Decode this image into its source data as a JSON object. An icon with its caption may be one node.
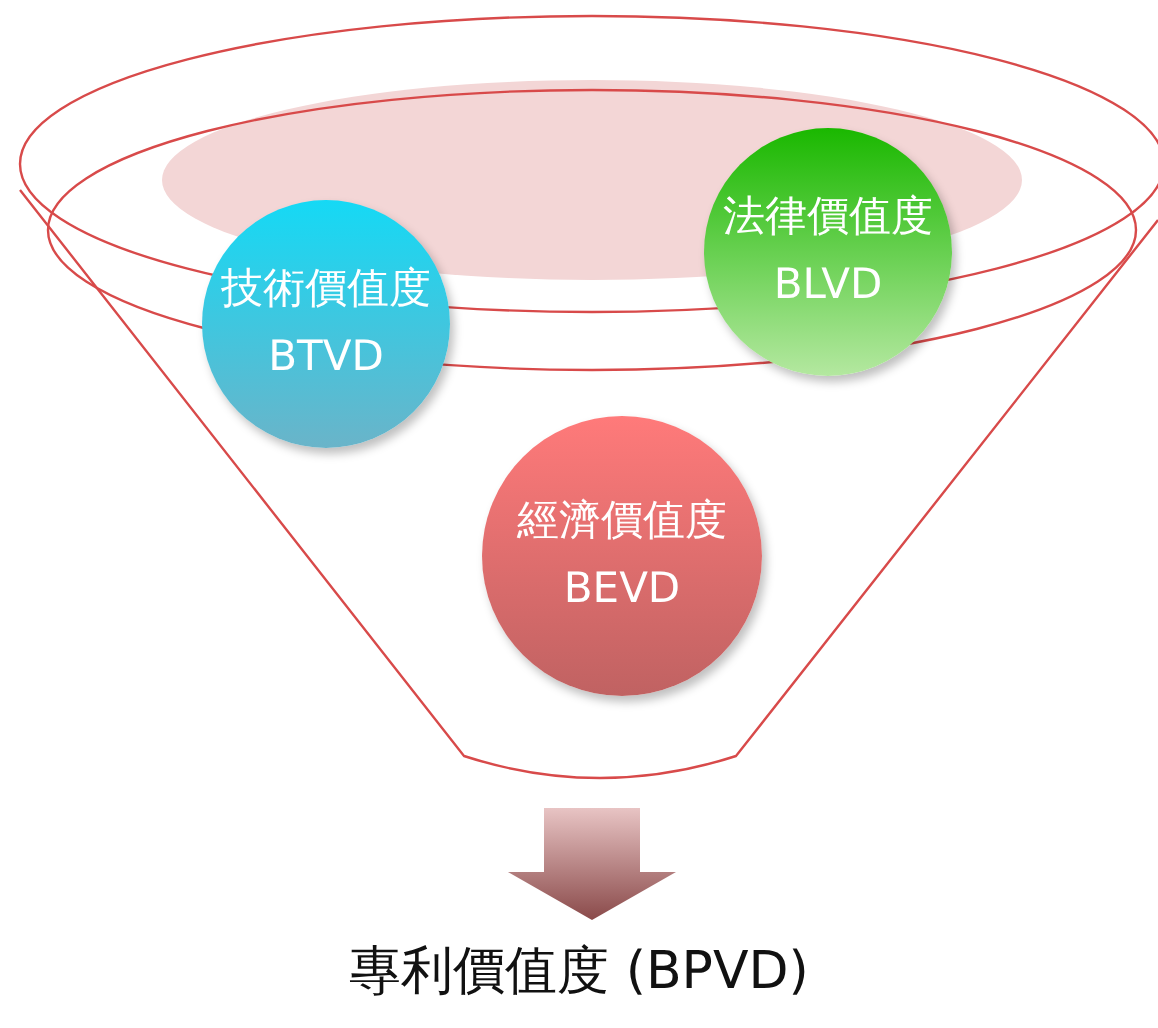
{
  "diagram": {
    "nodes": [
      {
        "text": [],
        "shape": "funnel"
      },
      {
        "text": [
          "技術價值度BTVD"
        ],
        "in": 0
      },
      {
        "text": [
          "法律價值度BLVD"
        ],
        "in": 0
      },
      {
        "text": [
          "經濟價值度BEVD"
        ],
        "in": 0
      },
      {
        "text": [
          "專利價值度 (BPVD)"
        ]
      }
    ],
    "edges": [
      {
        "from": 0,
        "to": 4,
        "arrow": "to"
      }
    ]
  }
}
